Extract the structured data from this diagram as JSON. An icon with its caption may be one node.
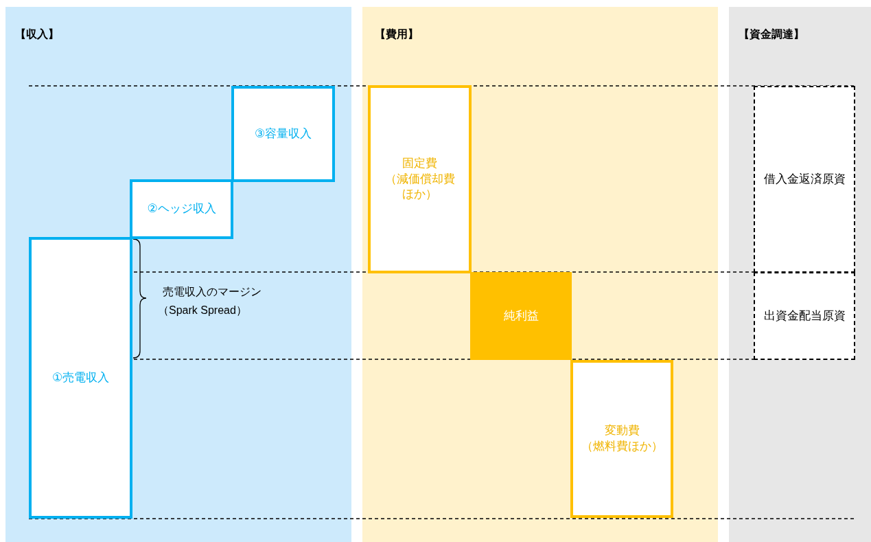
{
  "diagram": {
    "nodes": [
      {
        "text": [
          "【収入】"
        ]
      },
      {
        "text": [
          "①売電収入"
        ],
        "in": 0
      },
      {
        "text": [
          "②ヘッジ収入"
        ],
        "in": 0
      },
      {
        "text": [
          "③容量収入"
        ],
        "in": 0
      },
      {
        "text": [
          "【費用】"
        ]
      },
      {
        "text": [
          "固定費",
          "（減価償却費ほか）"
        ],
        "in": 4
      },
      {
        "text": [
          "純利益"
        ],
        "in": 4
      },
      {
        "text": [
          "変動費",
          "（燃料費ほか）"
        ],
        "in": 4
      },
      {
        "text": [
          "【資金調達】"
        ]
      },
      {
        "text": [
          "借入金返済原資"
        ],
        "in": 8
      },
      {
        "text": [
          "出資金配当原資"
        ],
        "in": 8
      }
    ],
    "labels": [
      "売電収入のマージン",
      "（Spark Spread）"
    ]
  }
}
